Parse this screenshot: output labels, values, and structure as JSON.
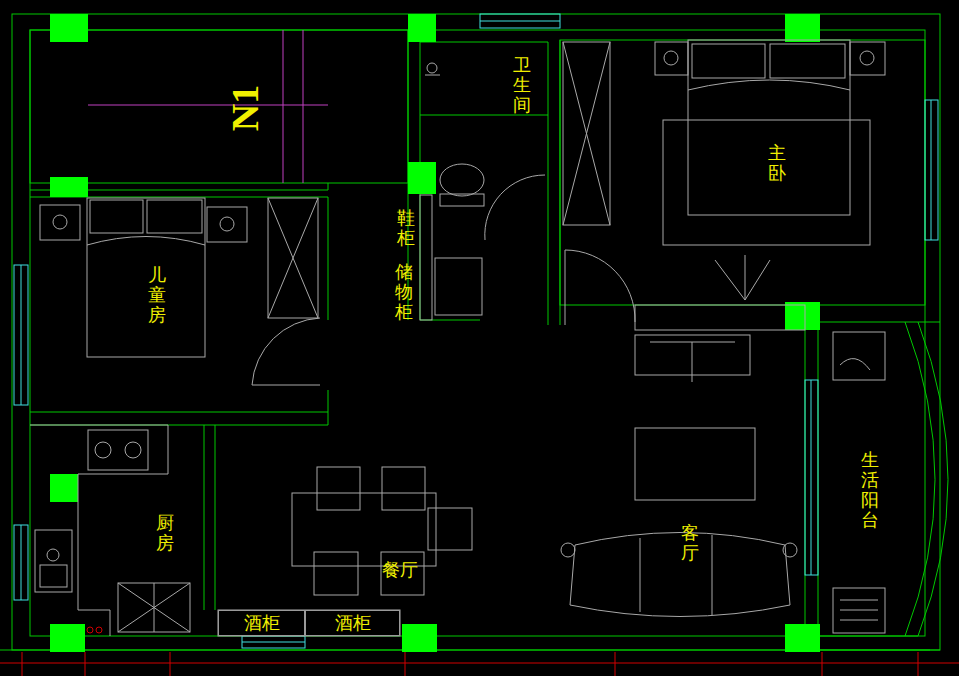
{
  "diagram": {
    "nodes": [
      {
        "text": [
          "酒柜"
        ]
      },
      {
        "text": [
          "酒柜"
        ]
      }
    ],
    "labels": [
      "N1",
      "卫生间",
      "主卧",
      "鞋柜",
      "储物柜",
      "儿童房",
      "厨房",
      "餐厅",
      "客厅",
      "生活阳台"
    ]
  }
}
